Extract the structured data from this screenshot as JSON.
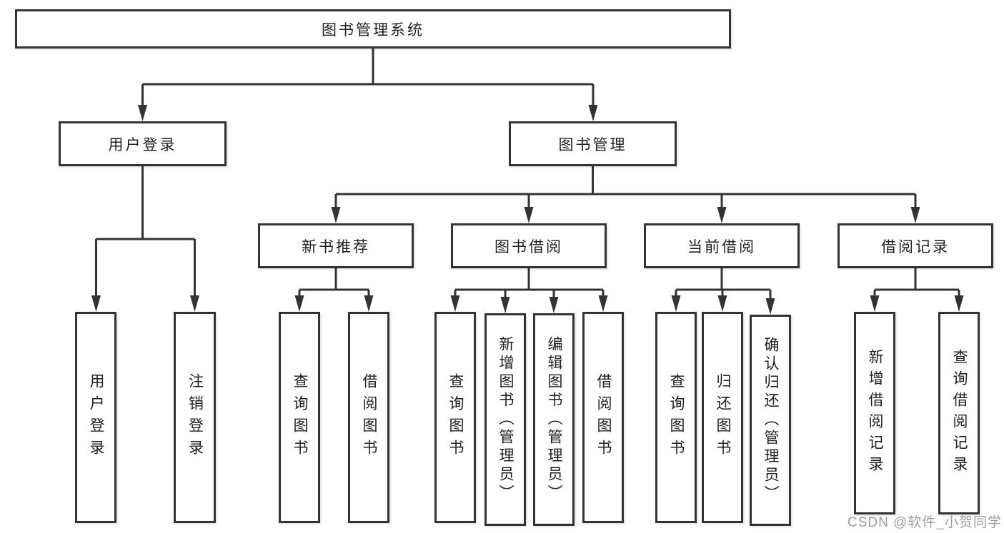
{
  "nodes": {
    "root": "图书管理系统",
    "user_login": "用户登录",
    "book_mgmt": "图书管理",
    "ul_login": "用户登录",
    "ul_logout": "注销登录",
    "new_book_rec": "新书推荐",
    "book_borrow": "图书借阅",
    "current_borrow": "当前借阅",
    "borrow_records": "借阅记录",
    "nbr_query_books": "查询图书",
    "nbr_borrow_books": "借阅图书",
    "bb_query_books": "查询图书",
    "bb_add_books": "新增图书（管理员）",
    "bb_edit_books": "编辑图书（管理员）",
    "bb_borrow_books": "借阅图书",
    "cb_query_books": "查询图书",
    "cb_return_books": "归还图书",
    "cb_confirm_return": "确认归还（管理员）",
    "br_add_record": "新增借阅记录",
    "br_query_record": "查询借阅记录"
  },
  "watermark": "CSDN @软件_小贺同学",
  "colors": {
    "line": "#333333",
    "text": "#1f1f1f",
    "box_fill": "#ffffff",
    "watermark": "#969696"
  }
}
